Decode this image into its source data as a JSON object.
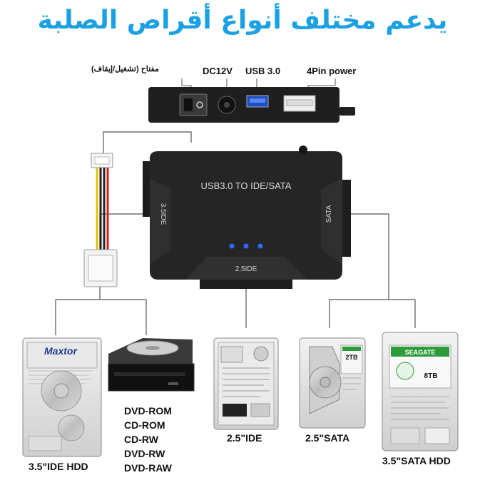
{
  "headline": "يدعم مختلف أنواع أقراص الصلبة",
  "ports": {
    "switch": "مفتاح (تشغيل/إيقاف)",
    "dc": "DC12V",
    "usb": "USB 3.0",
    "power4pin": "4Pin power"
  },
  "adapter": {
    "title": "USB3.0 TO IDE/SATA",
    "left_port": "3.5IDE",
    "right_port": "SATA",
    "bottom_port": "2.5IDE"
  },
  "devices": {
    "ide35_caption": "3.5\"IDE HDD",
    "ide35_brand": "Maxtor",
    "optical_media": [
      "DVD-ROM",
      "CD-ROM",
      "CD-RW",
      "DVD-RW",
      "DVD-RAW"
    ],
    "ide25_caption": "2.5\"IDE",
    "sata25_caption": "2.5\"SATA",
    "sata25_capacity": "2TB",
    "sata35_caption": "3.5\"SATA HDD",
    "sata35_capacity": "8TB",
    "sata35_brand": "SEAGATE"
  },
  "colors": {
    "headline": "#1ba1e2",
    "led": "#2b6bff",
    "device_body": "#1c1c1c"
  }
}
